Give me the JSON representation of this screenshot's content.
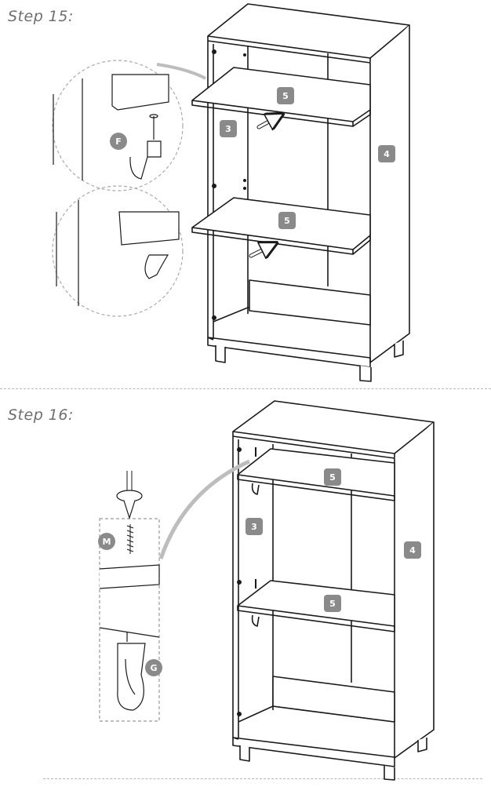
{
  "steps": [
    {
      "title": "Step 15:",
      "part_labels": {
        "side_left": "3",
        "side_right": "4",
        "shelf_top": "5",
        "shelf_bottom": "5"
      },
      "hardware_labels": {
        "shelf_support": "F"
      }
    },
    {
      "title": "Step 16:",
      "part_labels": {
        "side_left": "3",
        "side_right": "4",
        "shelf_top": "5",
        "shelf_bottom": "5"
      },
      "hardware_labels": {
        "screw": "M",
        "clip": "G"
      }
    }
  ],
  "colors": {
    "line": "#1a1a1a",
    "label_fill": "#8a8a8a",
    "dashed": "#b5b5b5",
    "title": "#6f6f6f"
  }
}
